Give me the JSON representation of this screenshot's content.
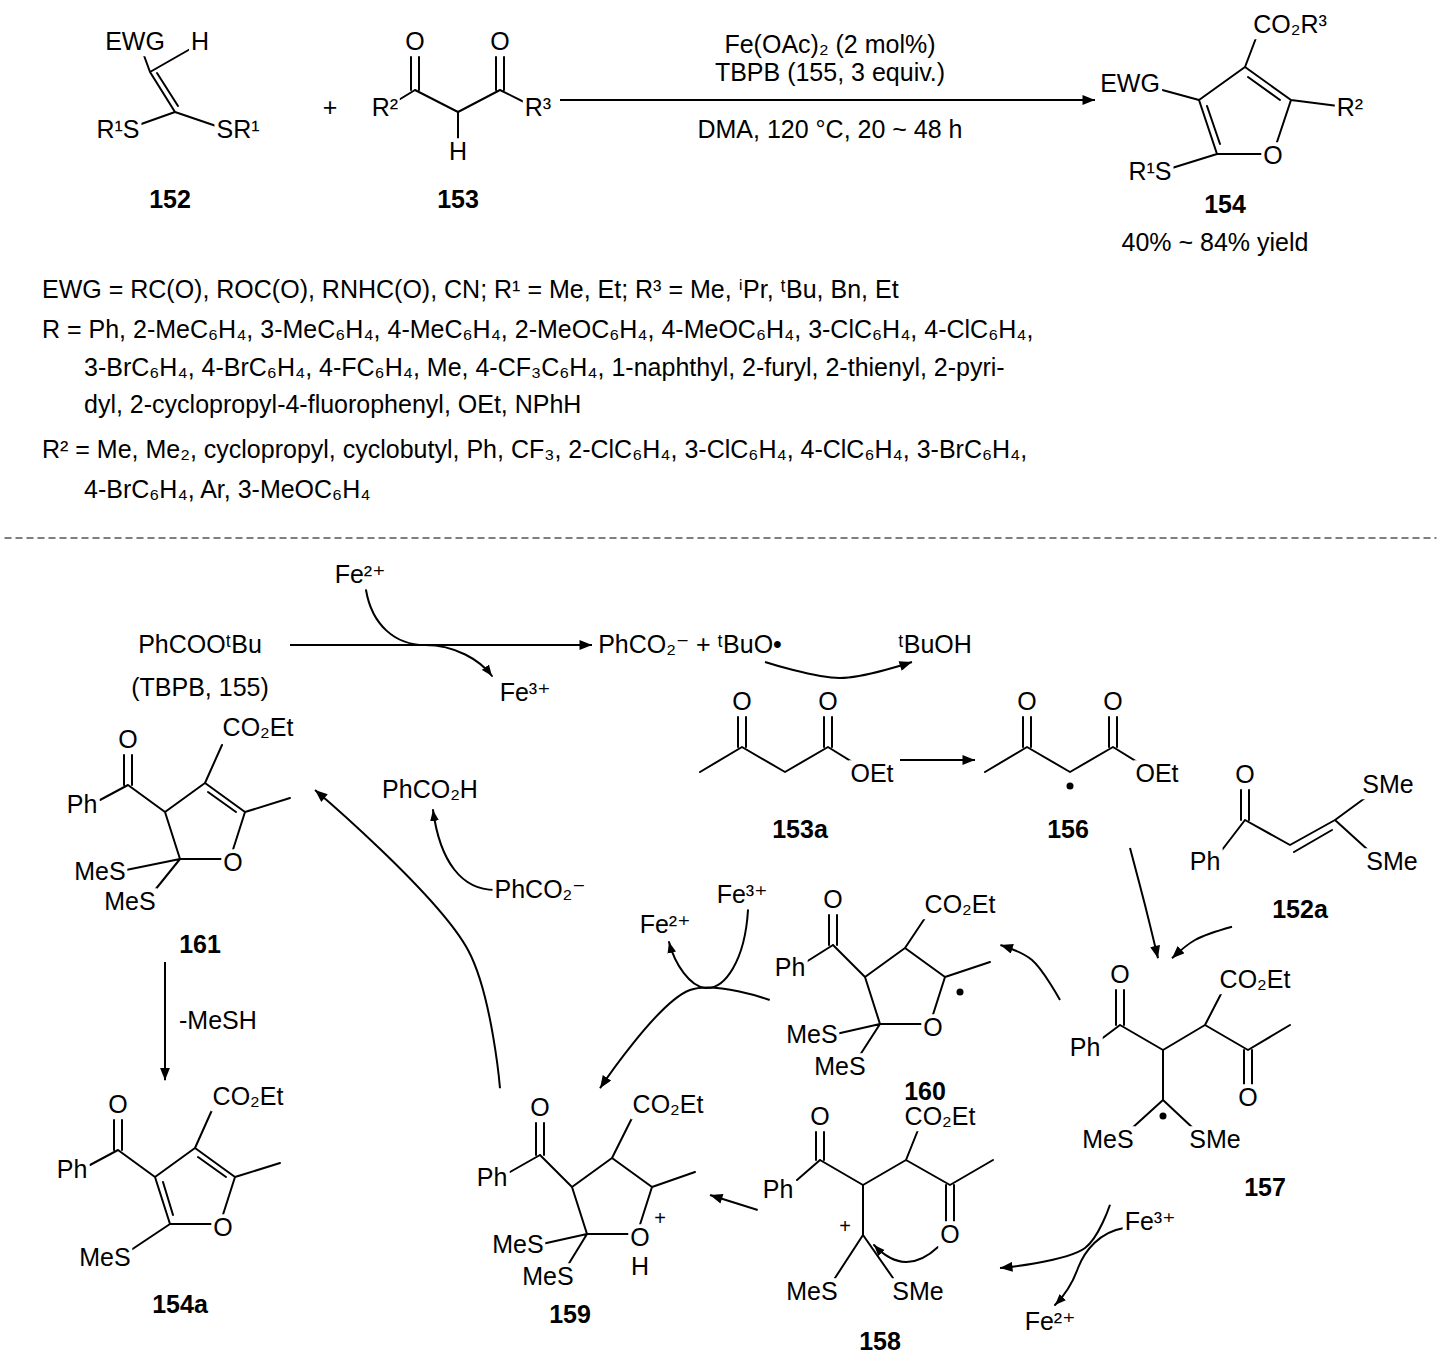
{
  "diagram": {
    "nodes": [
      {
        "text": [
          "EWG",
          "H",
          "R¹S",
          "SR¹",
          "152"
        ]
      },
      {
        "text": [
          "O",
          "O",
          "R²",
          "R³",
          "H",
          "153"
        ]
      },
      {
        "text": [
          "CO₂R³",
          "EWG",
          "R²",
          "R¹S",
          "O",
          "154"
        ]
      },
      {
        "text": [
          "PhCOOᵗBu",
          "(TBPB, 155)"
        ]
      },
      {
        "text": [
          "PhCO₂⁻ + ᵗBuO•"
        ]
      },
      {
        "text": [
          "ᵗBuOH"
        ]
      },
      {
        "text": [
          "O",
          "O",
          "OEt",
          "153a"
        ]
      },
      {
        "text": [
          "O",
          "O",
          "OEt",
          "156"
        ]
      },
      {
        "text": [
          "O",
          "SMe",
          "Ph",
          "SMe",
          "152a"
        ]
      },
      {
        "text": [
          "O",
          "CO₂Et",
          "Ph",
          "O",
          "MeS",
          "SMe",
          "157"
        ]
      },
      {
        "text": [
          "O",
          "CO₂Et",
          "Ph",
          "O",
          "+",
          "MeS",
          "SMe",
          "158"
        ]
      },
      {
        "text": [
          "O",
          "CO₂Et",
          "Ph",
          "MeS",
          "O",
          "+",
          "MeS",
          "H",
          "159"
        ]
      },
      {
        "text": [
          "O",
          "CO₂Et",
          "Ph",
          "MeS",
          "O",
          "MeS",
          "160"
        ]
      },
      {
        "text": [
          "O",
          "CO₂Et",
          "Ph",
          "MeS",
          "O",
          "MeS",
          "161"
        ]
      },
      {
        "text": [
          "O",
          "CO₂Et",
          "Ph",
          "MeS",
          "O",
          "154a"
        ]
      }
    ],
    "edges": [
      {
        "from": 1,
        "to": 2,
        "arrow": "to"
      },
      {
        "from": 3,
        "to": 4,
        "arrow": "to"
      },
      {
        "from": 4,
        "to": 5,
        "arrow": "to"
      },
      {
        "from": 6,
        "to": 7,
        "arrow": "to"
      },
      {
        "from": 7,
        "to": 9,
        "arrow": "to"
      },
      {
        "from": 8,
        "to": 9,
        "arrow": "to"
      },
      {
        "from": 9,
        "to": 12,
        "arrow": "to"
      },
      {
        "from": 9,
        "to": 10,
        "arrow": "to"
      },
      {
        "from": 12,
        "to": 11,
        "arrow": "to"
      },
      {
        "from": 10,
        "to": 11,
        "arrow": "to"
      },
      {
        "from": 11,
        "to": 13,
        "arrow": "to"
      },
      {
        "from": 13,
        "to": 14,
        "label": "-MeSH",
        "arrow": "to"
      }
    ],
    "labels": [
      "+",
      "Fe(OAc)₂ (2 mol%)",
      "TBPB (155, 3 equiv.)",
      "DMA, 120 °C, 20 ~ 48 h",
      "40% ~ 84% yield",
      "EWG = RC(O), ROC(O), RNHC(O), CN; R¹ = Me, Et; R³ = Me, ⁱPr, ᵗBu, Bn, Et",
      "R = Ph, 2-MeC₆H₄, 3-MeC₆H₄, 4-MeC₆H₄, 2-MeOC₆H₄, 4-MeOC₆H₄, 3-ClC₆H₄, 4-ClC₆H₄,",
      "3-BrC₆H₄, 4-BrC₆H₄, 4-FC₆H₄, Me, 4-CF₃C₆H₄, 1-naphthyl, 2-furyl, 2-thienyl, 2-pyri-",
      "dyl, 2-cyclopropyl-4-fluorophenyl, OEt, NPhH",
      "R² = Me, Me₂, cyclopropyl, cyclobutyl, Ph, CF₃, 2-ClC₆H₄, 3-ClC₆H₄, 4-ClC₆H₄, 3-BrC₆H₄,",
      "4-BrC₆H₄, Ar, 3-MeOC₆H₄",
      "Fe²⁺",
      "Fe³⁺",
      "PhCO₂H",
      "PhCO₂⁻",
      "Fe³⁺",
      "Fe²⁺",
      "Fe³⁺",
      "Fe²⁺"
    ]
  }
}
